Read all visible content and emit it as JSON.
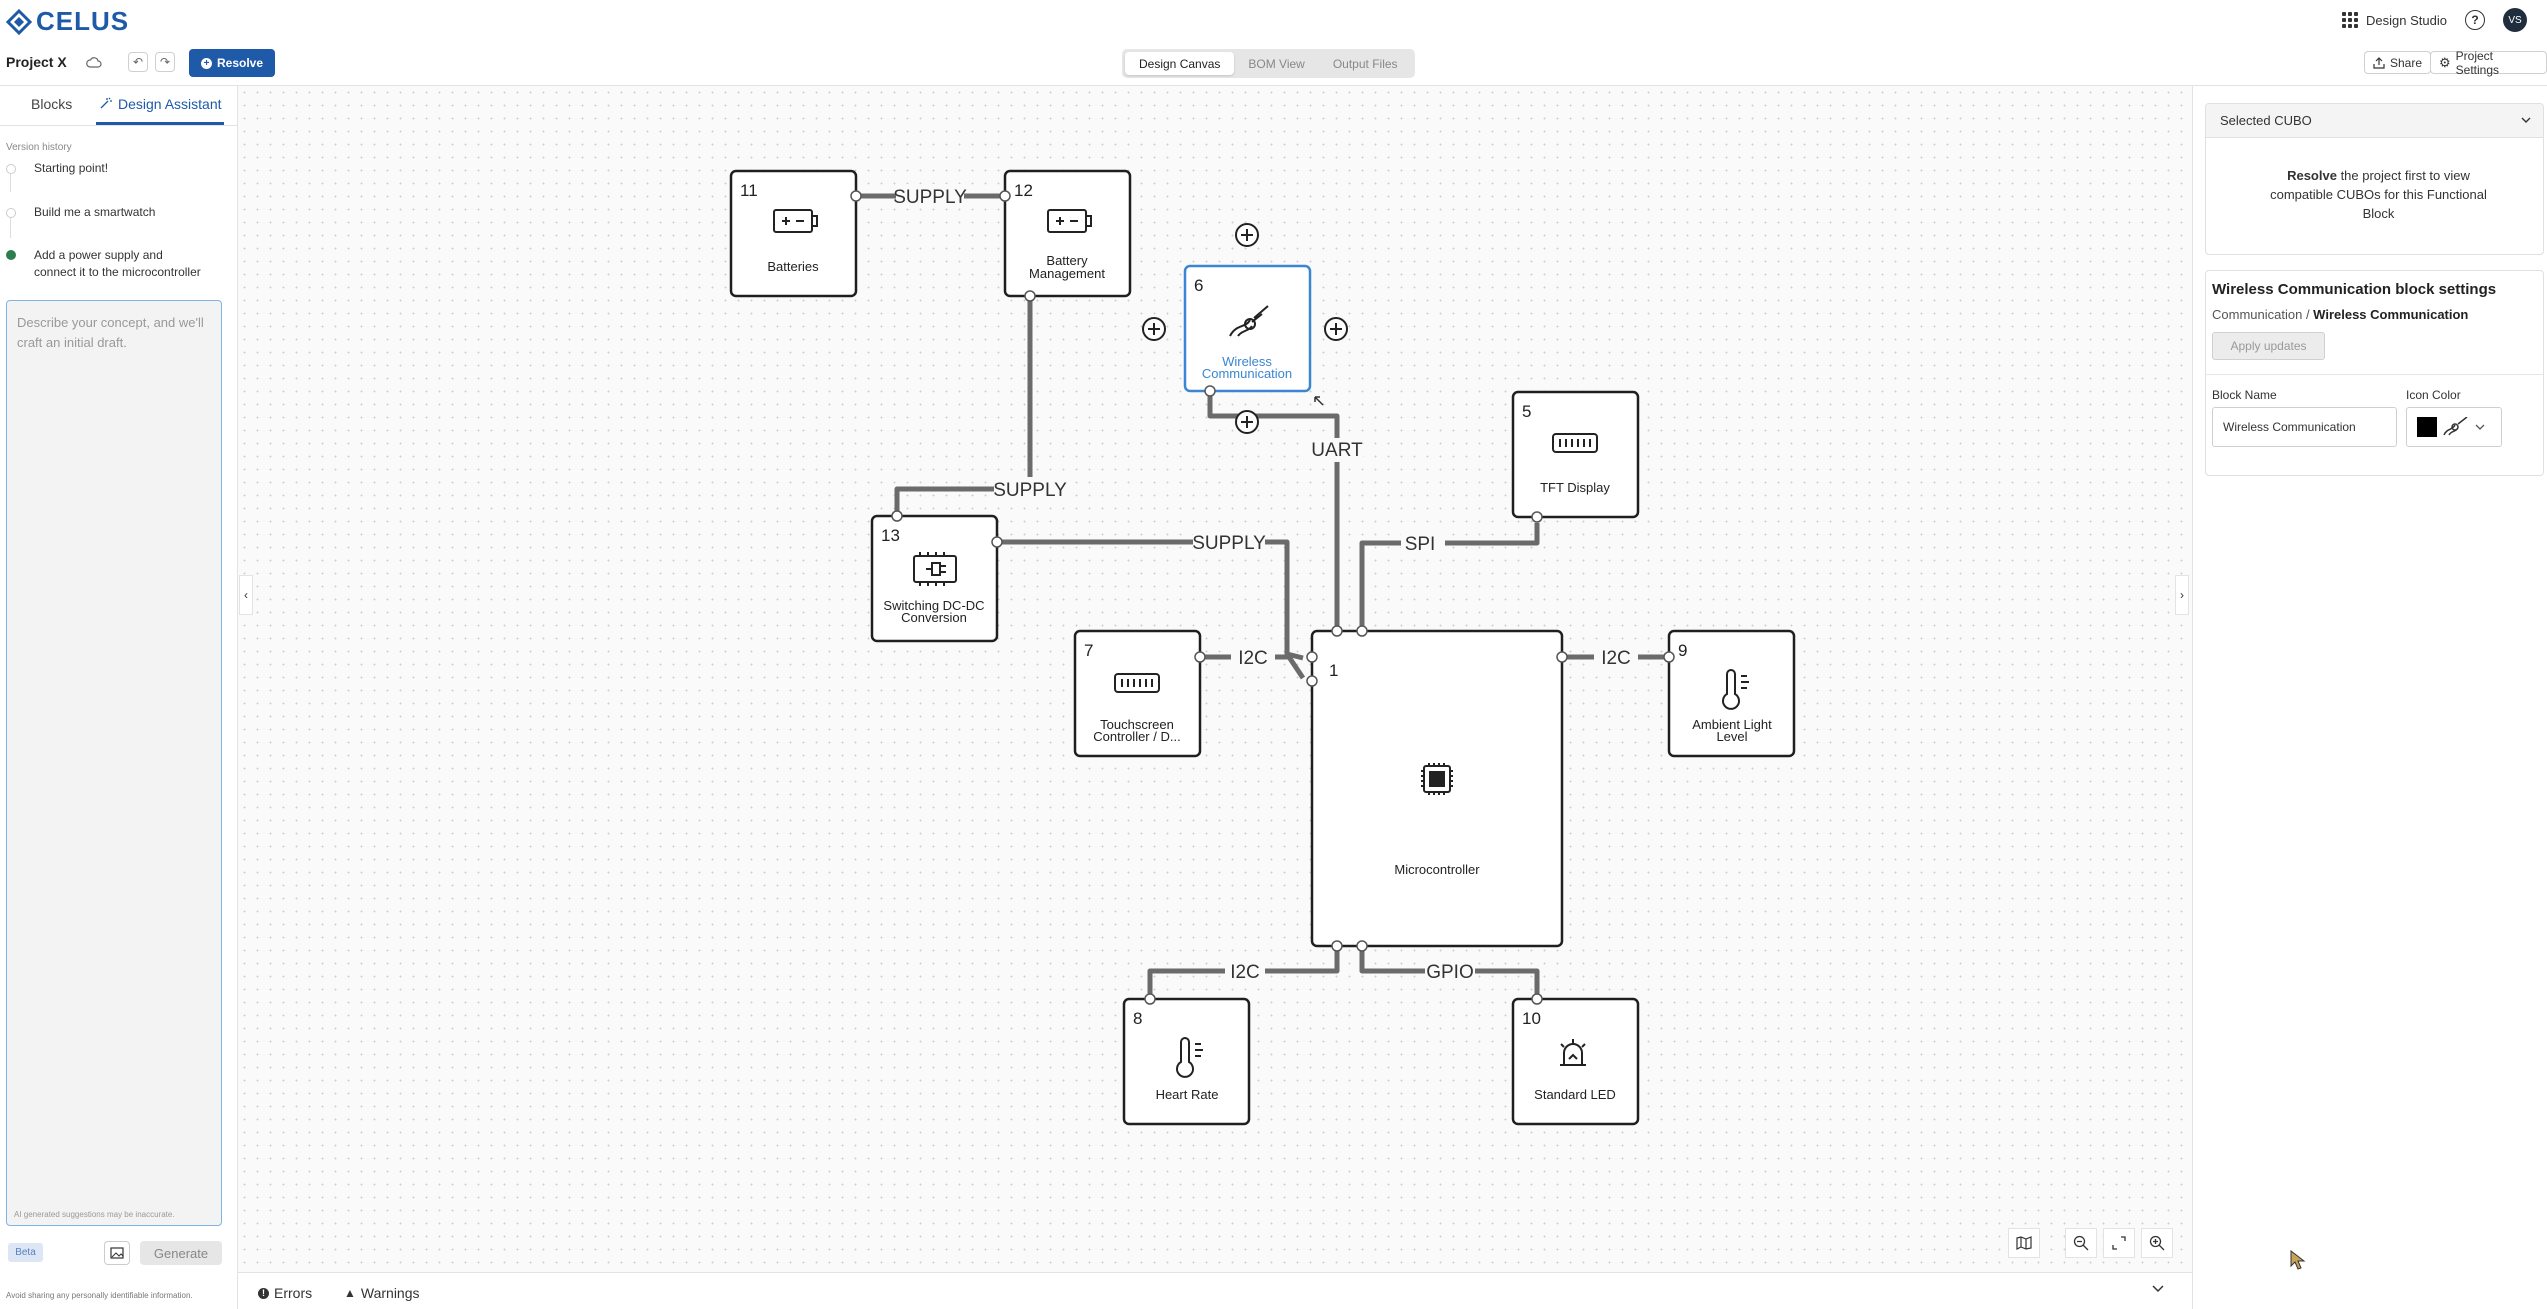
{
  "app": {
    "logo_text": "CELUS",
    "studio_label": "Design Studio",
    "avatar_initials": "VS"
  },
  "toolbar": {
    "project_name": "Project X",
    "resolve_label": "Resolve",
    "tabs": [
      "Design Canvas",
      "BOM View",
      "Output Files"
    ],
    "active_tab": "Design Canvas",
    "share_label": "Share",
    "settings_label": "Project Settings"
  },
  "left": {
    "tabs": [
      "Blocks",
      "Design Assistant"
    ],
    "active_tab": "Design Assistant",
    "version_history_title": "Version history",
    "history": [
      {
        "text": "Starting point!",
        "done": false
      },
      {
        "text": "Build me a smartwatch",
        "done": false
      },
      {
        "text": "Add a power supply and connect it to the microcontroller",
        "done": true
      }
    ],
    "prompt_placeholder": "Describe your concept, and we'll craft an initial draft.",
    "disclaimer": "AI generated suggestions may be inaccurate.",
    "beta_label": "Beta",
    "generate_label": "Generate",
    "privacy_note": "Avoid sharing any personally identifiable information."
  },
  "canvas": {
    "blocks": [
      {
        "id": "11",
        "name": "Batteries",
        "icon": "battery-icon"
      },
      {
        "id": "12",
        "name": "Battery Management",
        "icon": "battery-icon"
      },
      {
        "id": "6",
        "name": "Wireless Communication",
        "icon": "wireless-icon",
        "selected": true
      },
      {
        "id": "5",
        "name": "TFT Display",
        "icon": "chip-row-icon"
      },
      {
        "id": "13",
        "name": "Switching DC-DC Conversion",
        "icon": "plug-icon"
      },
      {
        "id": "7",
        "name": "Touchscreen Controller / D...",
        "icon": "chip-row-icon"
      },
      {
        "id": "1",
        "name": "Microcontroller",
        "icon": "mcu-icon"
      },
      {
        "id": "9",
        "name": "Ambient Light Level",
        "icon": "thermometer-icon"
      },
      {
        "id": "8",
        "name": "Heart Rate",
        "icon": "thermometer-icon"
      },
      {
        "id": "10",
        "name": "Standard LED",
        "icon": "led-icon"
      }
    ],
    "connection_labels": {
      "supply_a": "SUPPLY",
      "supply_b": "SUPPLY",
      "supply_c": "SUPPLY",
      "uart": "UART",
      "spi": "SPI",
      "i2c_touch": "I2C",
      "i2c_light": "I2C",
      "i2c_heart": "I2C",
      "gpio": "GPIO"
    }
  },
  "bottom": {
    "errors_label": "Errors",
    "warnings_label": "Warnings"
  },
  "right": {
    "selected_title": "Selected CUBO",
    "resolve_bold": "Resolve",
    "resolve_rest": " the project first to view compatible CUBOs for this Functional Block",
    "settings_title": "Wireless Communication block settings",
    "breadcrumb_parent": "Communication",
    "breadcrumb_sep": " / ",
    "breadcrumb_current": "Wireless Communication",
    "apply_label": "Apply updates",
    "block_name_label": "Block Name",
    "block_name_value": "Wireless Communication",
    "icon_color_label": "Icon Color",
    "icon_color_value": "#000000"
  }
}
